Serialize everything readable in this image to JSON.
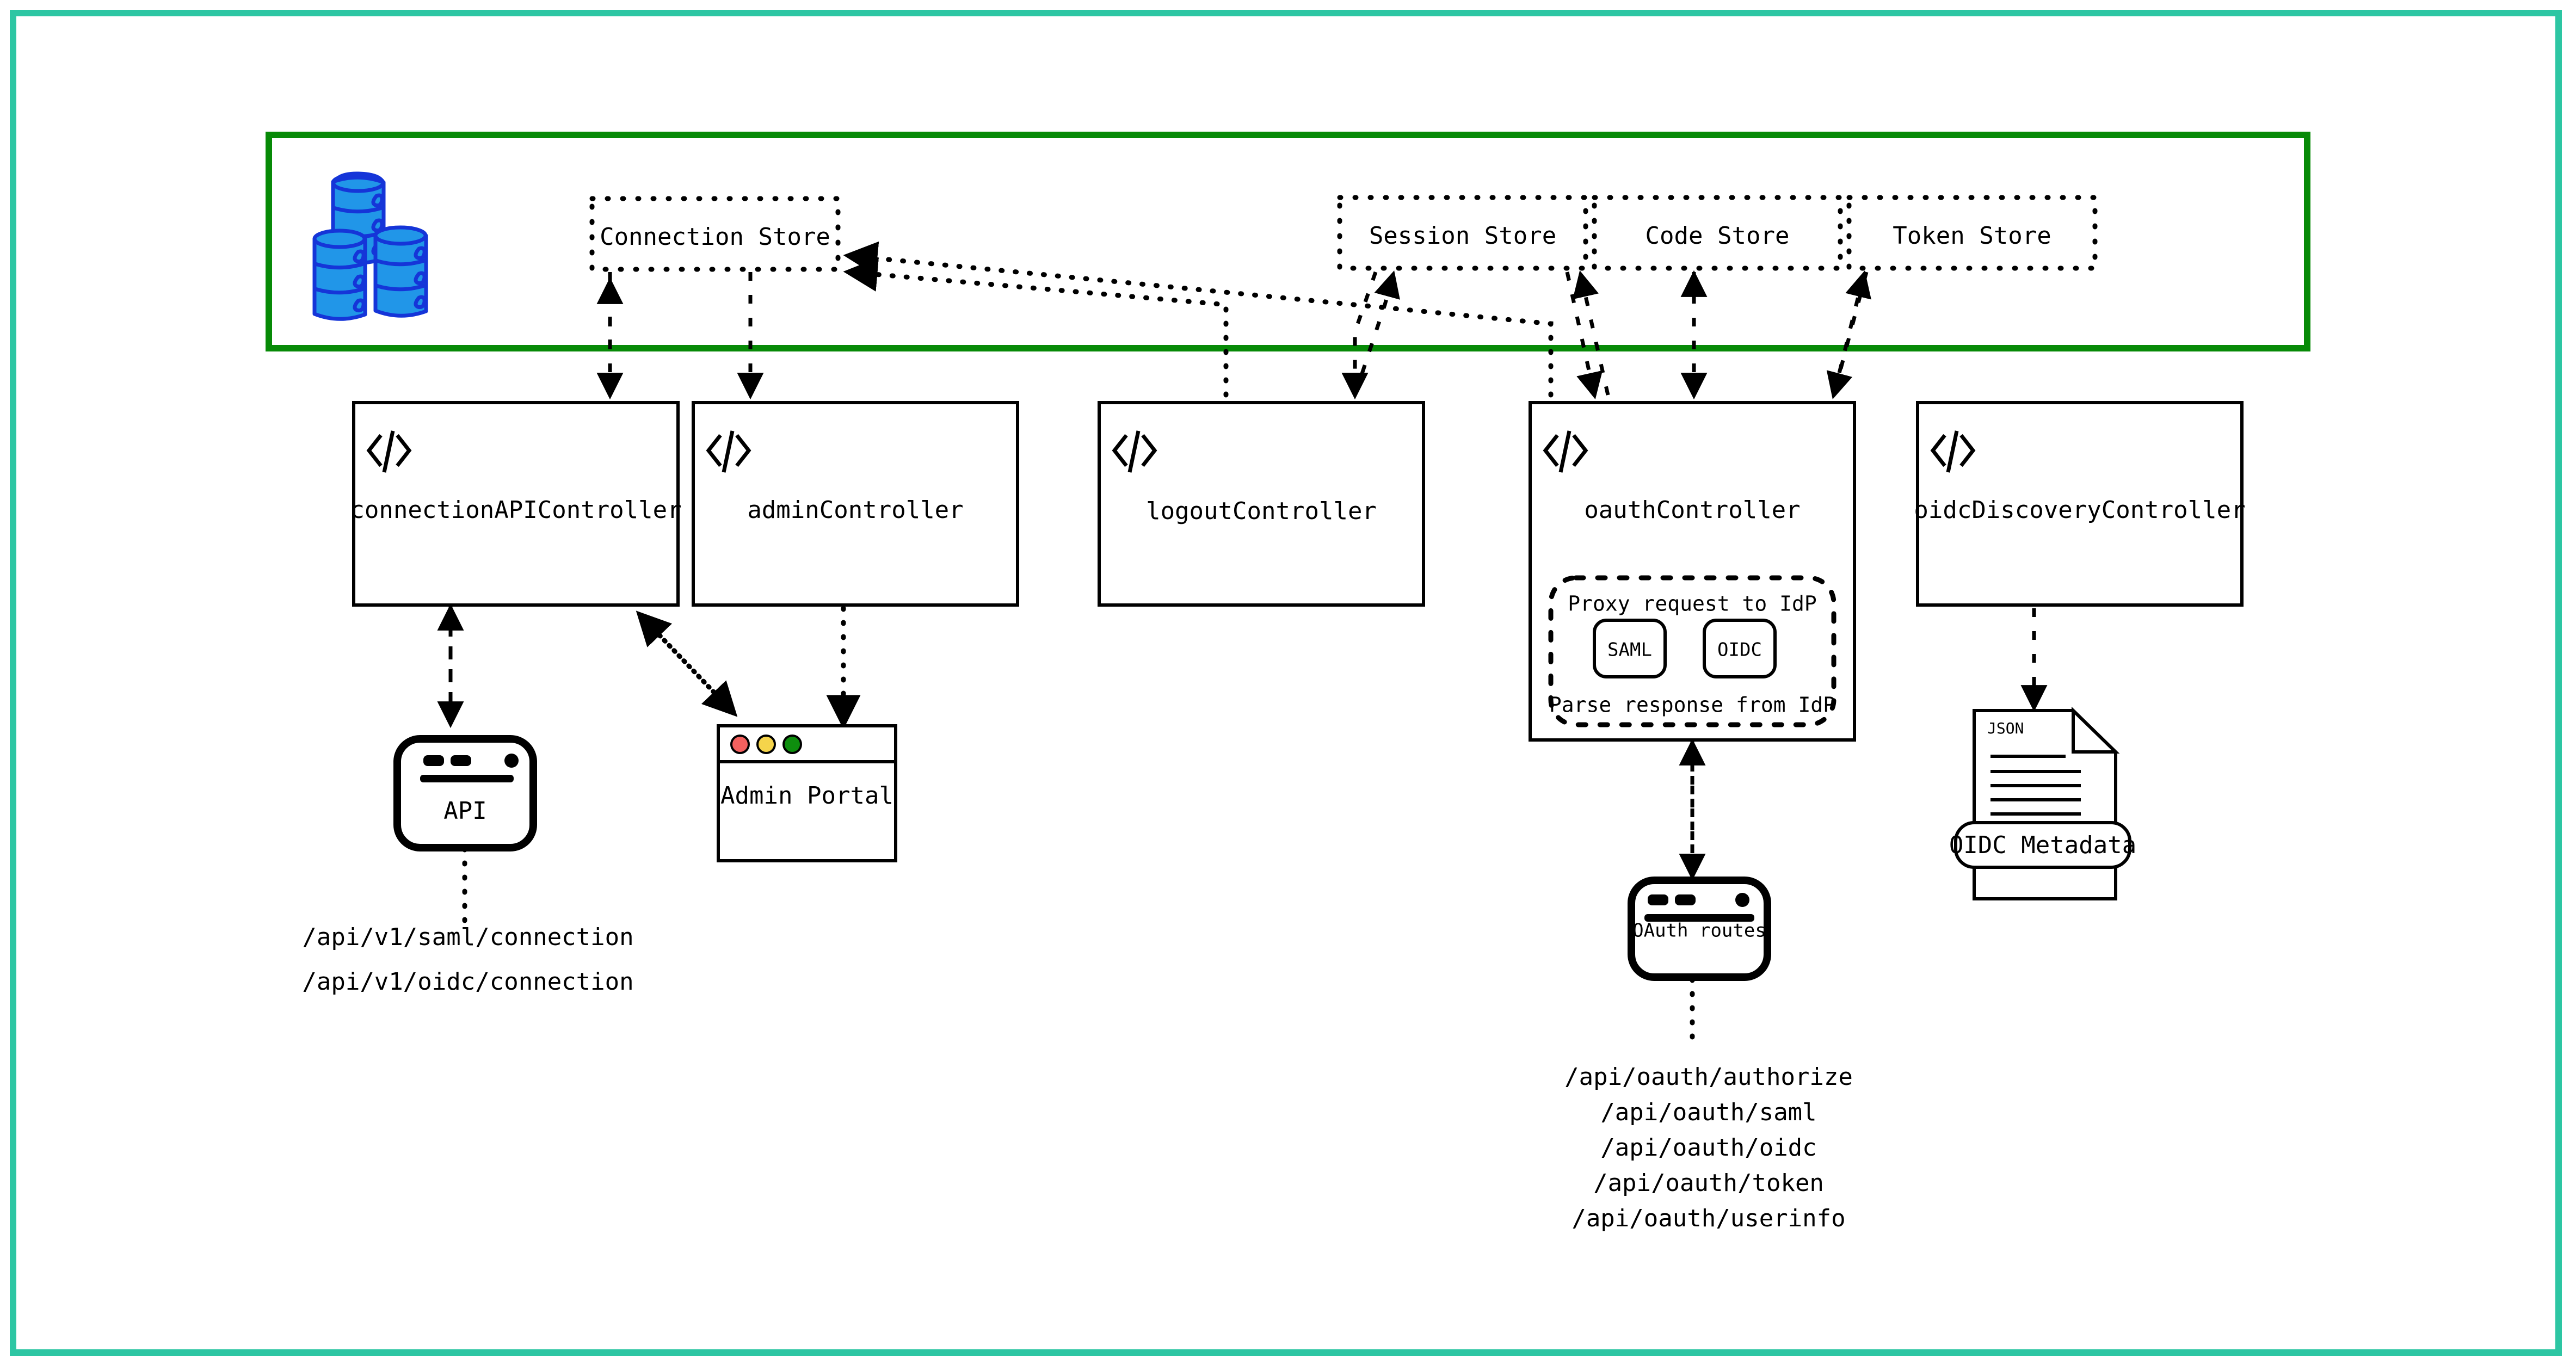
{
  "frame": {
    "border_color": "#2DC6A3"
  },
  "storage_layer": {
    "border_color": "#078A07",
    "database_icon": "database-stack-icon",
    "stores": [
      {
        "name": "Connection Store"
      },
      {
        "name": "Session Store"
      },
      {
        "name": "Code Store"
      },
      {
        "name": "Token Store"
      }
    ]
  },
  "controllers": [
    {
      "name": "connectionAPIController",
      "icon": "code-brackets-icon"
    },
    {
      "name": "adminController",
      "icon": "code-brackets-icon"
    },
    {
      "name": "logoutController",
      "icon": "code-brackets-icon"
    },
    {
      "name": "oauthController",
      "icon": "code-brackets-icon"
    },
    {
      "name": "oidcDiscoveryController",
      "icon": "code-brackets-icon"
    }
  ],
  "idp_proxy": {
    "top_label": "Proxy request to IdP",
    "bottom_label": "Parse response from IdP",
    "protocols": [
      "SAML",
      "OIDC"
    ]
  },
  "clients": {
    "api": {
      "label": "API",
      "icon": "browser-window-icon"
    },
    "admin_portal": {
      "label": "Admin Portal",
      "icon": "browser-window-icon",
      "traffic_lights": [
        "#F4615F",
        "#F5D44B",
        "#0E8E0E"
      ]
    },
    "oauth_routes": {
      "label": "OAuth routes",
      "icon": "browser-window-icon"
    },
    "oidc_metadata": {
      "label": "OIDC Metadata",
      "doc_type": "JSON",
      "icon": "json-document-icon"
    }
  },
  "endpoints": {
    "connection_api": [
      "/api/v1/saml/connection",
      "/api/v1/oidc/connection"
    ],
    "oauth": [
      "/api/oauth/authorize",
      "/api/oauth/saml",
      "/api/oauth/oidc",
      "/api/oauth/token",
      "/api/oauth/userinfo"
    ]
  }
}
